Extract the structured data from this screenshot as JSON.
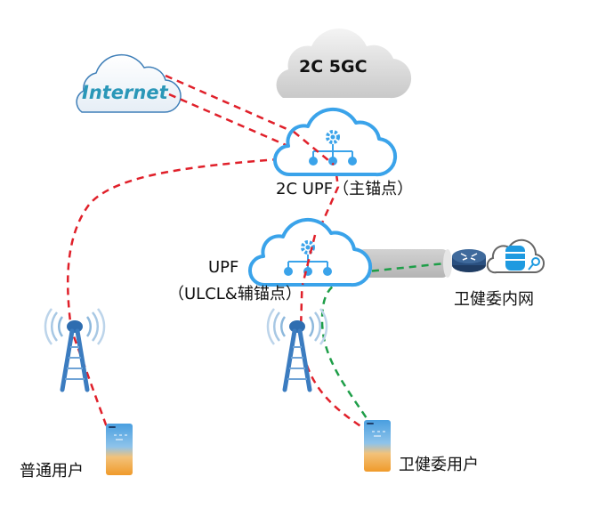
{
  "diagram": {
    "nodes": {
      "internet": {
        "label": "Internet"
      },
      "core": {
        "label": "2C 5GC"
      },
      "main_upf": {
        "label": "2C UPF（主锚点）"
      },
      "ulcl_upf": {
        "label_line1": "UPF",
        "label_line2": "（ULCL&辅锚点）"
      },
      "intranet": {
        "label": "卫健委内网"
      },
      "user_normal": {
        "label": "普通用户"
      },
      "user_health": {
        "label": "卫健委用户"
      }
    },
    "links": [
      {
        "from": "internet",
        "to": "main_upf",
        "style": "dashed",
        "color": "#e0202a"
      },
      {
        "from": "internet",
        "to": "main_upf",
        "style": "dashed",
        "color": "#e0202a"
      },
      {
        "from": "user_normal",
        "to": "main_upf",
        "via": "base_station_left",
        "style": "dashed",
        "color": "#e0202a"
      },
      {
        "from": "user_health",
        "to": "main_upf",
        "via": [
          "base_station_right",
          "ulcl_upf"
        ],
        "style": "dashed",
        "color": "#e0202a"
      },
      {
        "from": "user_health",
        "to": "intranet",
        "via": "ulcl_upf",
        "style": "dashed",
        "color": "#1e9e48"
      }
    ],
    "colors": {
      "red_path": "#e0202a",
      "green_path": "#1e9e48",
      "upf_blue": "#3aa3ea",
      "tower_blue": "#2e6db0",
      "core_gray": "#d9d9d9"
    }
  }
}
